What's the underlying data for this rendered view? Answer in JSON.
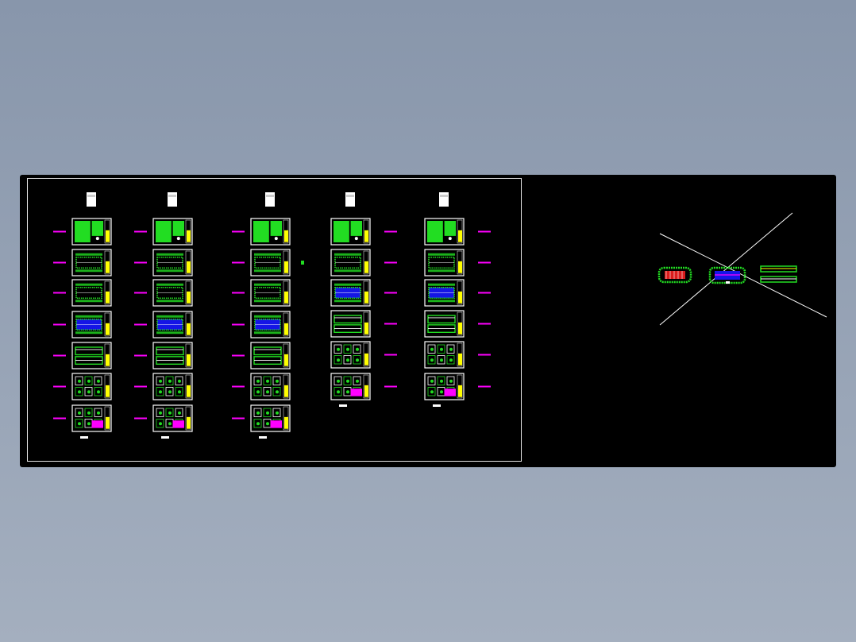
{
  "window": {
    "title": ""
  },
  "colors": {
    "viewport_bg": "#8c9aaf",
    "canvas_bg": "#000000",
    "frame": "#e6e6e6",
    "sheet_border": "#ffffff",
    "green": "#22dd22",
    "blue": "#1515e6",
    "yellow": "#ffff00",
    "magenta": "#ff00ff",
    "red": "#ff2020"
  },
  "drawing": {
    "columns": [
      {
        "id": "col1",
        "sheets": [
          "text",
          "plan",
          "plan",
          "plan-blue",
          "elevation",
          "detail",
          "detail-last"
        ],
        "labels_side": "left"
      },
      {
        "id": "col2",
        "sheets": [
          "text",
          "plan",
          "plan",
          "plan-blue",
          "elevation",
          "detail",
          "detail-last"
        ],
        "labels_side": "left"
      },
      {
        "id": "col3",
        "sheets": [
          "text",
          "plan",
          "plan",
          "plan-blue",
          "elevation",
          "detail",
          "detail-last"
        ],
        "labels_side": "left"
      },
      {
        "id": "col4",
        "sheets": [
          "text",
          "plan",
          "plan-blue",
          "elevation",
          "detail",
          "detail-last"
        ],
        "labels_side": "right"
      },
      {
        "id": "col5",
        "sheets": [
          "text",
          "plan",
          "plan-blue",
          "elevation",
          "detail",
          "detail-last"
        ],
        "labels_side": "right"
      }
    ],
    "right_view": {
      "items": [
        "plan-thumb-red",
        "plan-thumb-blue",
        "elevation-thumb"
      ]
    }
  }
}
